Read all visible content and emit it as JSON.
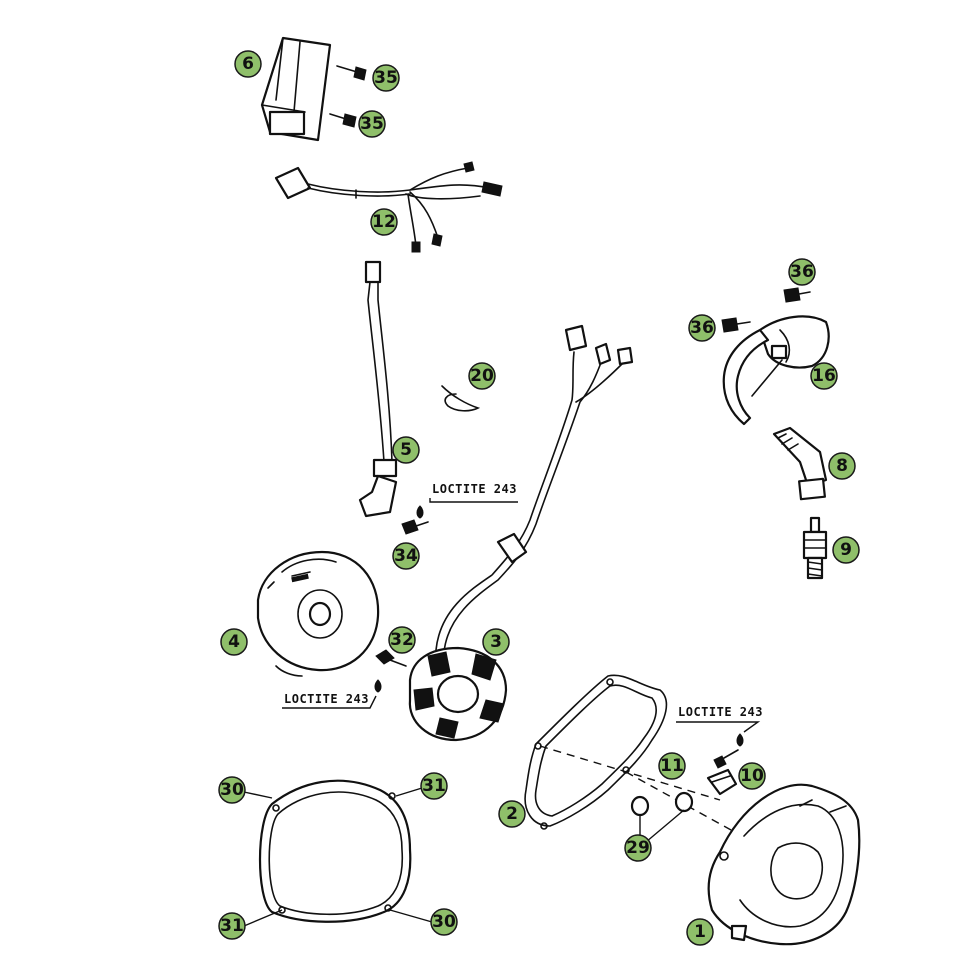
{
  "callouts": {
    "c6": "6",
    "c35a": "35",
    "c35b": "35",
    "c12": "12",
    "c36a": "36",
    "c36b": "36",
    "c16": "16",
    "c20": "20",
    "c5": "5",
    "c34": "34",
    "c8": "8",
    "c9": "9",
    "c4": "4",
    "c32": "32",
    "c3": "3",
    "c11": "11",
    "c10": "10",
    "c2": "2",
    "c29": "29",
    "c1": "1",
    "c30a": "30",
    "c31a": "31",
    "c31b": "31",
    "c30b": "30"
  },
  "annotations": {
    "loctite_top": "LOCTITE 243",
    "loctite_left": "LOCTITE 243",
    "loctite_right": "LOCTITE 243"
  },
  "colors": {
    "callout_fill": "#8fbf6a",
    "line": "#111111"
  }
}
